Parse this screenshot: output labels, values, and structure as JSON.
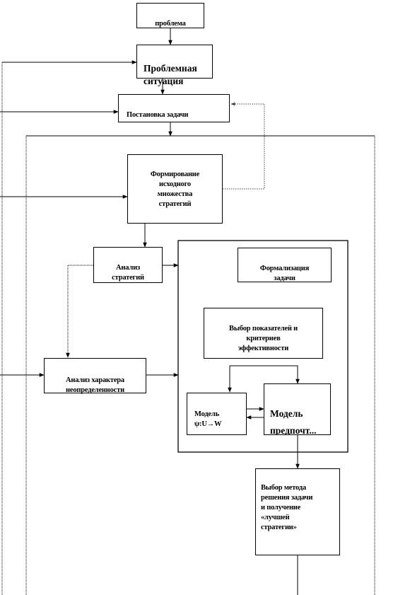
{
  "nodes": {
    "problem": "проблема",
    "problem_situation": "Проблемная\nситуация",
    "task_statement": "Постановка задачи",
    "initial_set": "Формирование\nисходного\nмножества\nстратегий",
    "strategy_analysis": "Анализ\nстратегий",
    "uncertainty_analysis": "Анализ характера\nнеопределенности",
    "formalization": "Формализация\nзадачи",
    "criteria_choice": "Выбор показателей и\nкритериев\nэффективности",
    "model_psi": "Модель\nψ:U→W",
    "preference_model": "Модель\nпредпочт...",
    "method_choice": "Выбор метода\nрешения задачи\nи получение\n«лучшей\nстратегии»"
  },
  "colors": {
    "line": "#000000",
    "dotted": "#555555",
    "background": "#ffffff"
  }
}
